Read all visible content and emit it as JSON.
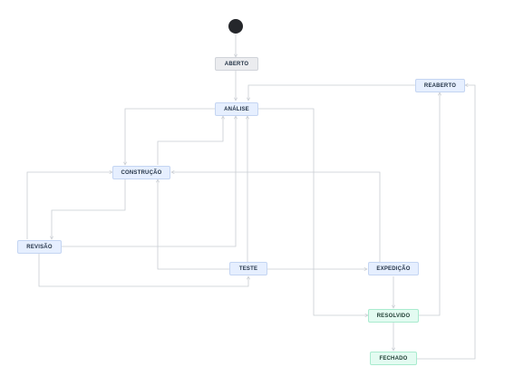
{
  "states": {
    "aberto": "ABERTO",
    "reaberto": "REABERTO",
    "analise": "ANÁLISE",
    "construcao": "CONSTRUÇÃO",
    "revisao": "REVISÃO",
    "teste": "TESTE",
    "expedicao": "EXPEDIÇÃO",
    "resolvido": "RESOLVIDO",
    "fechado": "FECHADO"
  },
  "colors": {
    "connector": "#c9cdd3",
    "start_marker": "#25272b",
    "state_gray": "#ebecef",
    "state_blue": "#e6efff",
    "state_green": "#e3fbf1"
  }
}
